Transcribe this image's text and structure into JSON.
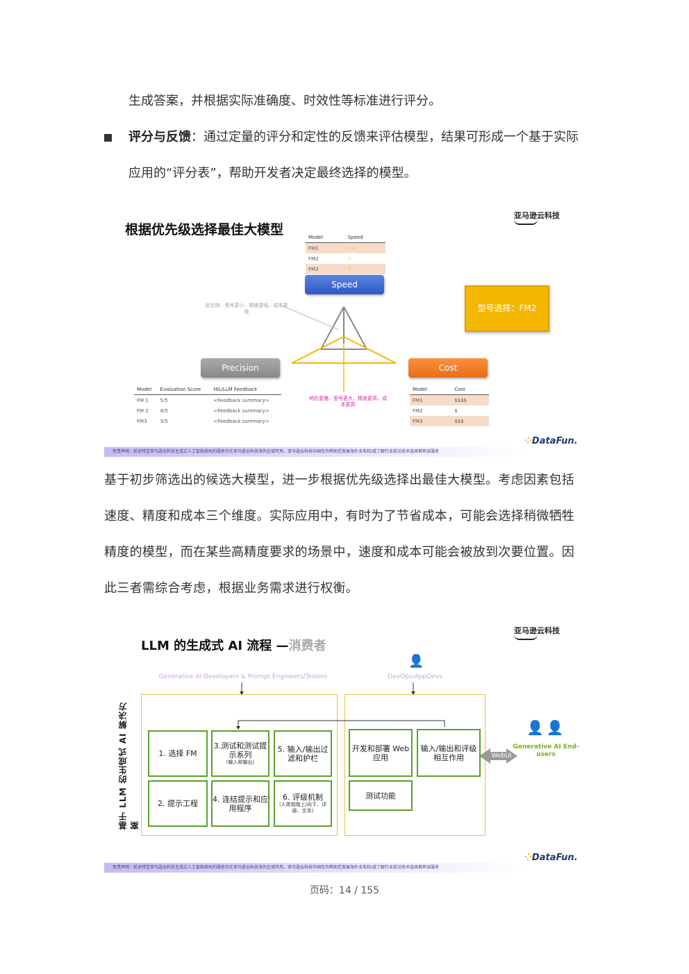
{
  "paragraphs": {
    "p1": "生成答案，并根据实际准确度、时效性等标准进行评分。",
    "p2_bold": "评分与反馈",
    "p2_rest": "：通过定量的评分和定性的反馈来评估模型，结果可形成一个基于实际应用的“评分表”，帮助开发者决定最终选择的模型。",
    "p3": "基于初步筛选出的候选大模型，进一步根据优先级选择出最佳大模型。考虑因素包括速度、精度和成本三个维度。实际应用中，有时为了节省成本，可能会选择稍微牺牲精度的模型，而在某些高精度要求的场景中，速度和成本可能会被放到次要位置。因此三者需综合考虑，根据业务需求进行权衡。"
  },
  "slide1": {
    "title": "根据优先级选择最佳大模型",
    "logo": "亚马逊云科技",
    "speed_table": {
      "headers": [
        "Model",
        "Speed"
      ],
      "rows": [
        [
          "FM1",
          "⚡⚡"
        ],
        [
          "FM2",
          "⚡"
        ],
        [
          "FM3",
          "⚡"
        ]
      ]
    },
    "speed_label": "Speed",
    "precision_label": "Precision",
    "cost_label": "Cost",
    "choice": "型号选择：FM2",
    "note_gray": "反应快、型号更小、精度更低、成本更低",
    "note_pink": "响应更慢、型号更大、精度更高、成本更高",
    "precision_table": {
      "headers": [
        "Model",
        "Evaluation Score",
        "HIL/LLM Feedback"
      ],
      "rows": [
        [
          "FM 1",
          "5/5",
          "<Feedback summary>"
        ],
        [
          "FM 2",
          "4/5",
          "<Feedback summary>"
        ],
        [
          "FM3",
          "3/5",
          "<Feedback summary>"
        ]
      ]
    },
    "cost_table": {
      "headers": [
        "Model",
        "Cost"
      ],
      "rows": [
        [
          "FM1",
          "$$$$"
        ],
        [
          "FM2",
          "$"
        ],
        [
          "FM3",
          "$$$"
        ]
      ]
    },
    "disclaimer": "免责声明：前述特定亚马逊云科技生成式人工智能相关的服务仅在亚马逊云科技海外区域可用，亚马逊云科技中国仅为帮助您发展海外业务和/或了解行业前沿技术选择推荐该服务",
    "datafun": "DataFun."
  },
  "slide2": {
    "title_main": "LLM 的生成式 AI 流程 —",
    "title_accent": "消费者",
    "logo": "亚马逊云科技",
    "role_left": "Generative AI Developers & Prompt Engineers/Testers",
    "role_right": "DevOps/AppDevs",
    "vertical_label": "基于 LLM 的生成式 AI 解决方案",
    "boxes": {
      "b1": "1. 选择 FM",
      "b2": "2. 提示工程",
      "b3_main": "3.测试和测试提示系列",
      "b3_sub": "(输入和输出)",
      "b4": "4. 连结提示和应用程序",
      "b5": "5. 输入/输出过滤和护栏",
      "b6_main": "6. 评级机制",
      "b6_sub": "(人类指南上/向下、评级、文本)",
      "b7": "开发和部署 Web 应用",
      "b8": "输入/输出和评级相互作用",
      "b9": "测试功能"
    },
    "webui": "WebUI",
    "end_users": "Generative AI End-users",
    "disclaimer": "免责声明：前述特定亚马逊云科技生成式人工智能相关的服务仅在亚马逊云科技海外区域可用，亚马逊云科技中国仅为帮助您发展海外业务和/或了解行业前沿技术选择推荐该服务",
    "datafun": "DataFun."
  },
  "footer": "页码：14 / 155",
  "colors": {
    "speed": "#2e59c4",
    "cost": "#ea6d18",
    "choice": "#f5b800",
    "flow_green": "#5aa02c",
    "flow_border": "#e8c040"
  }
}
